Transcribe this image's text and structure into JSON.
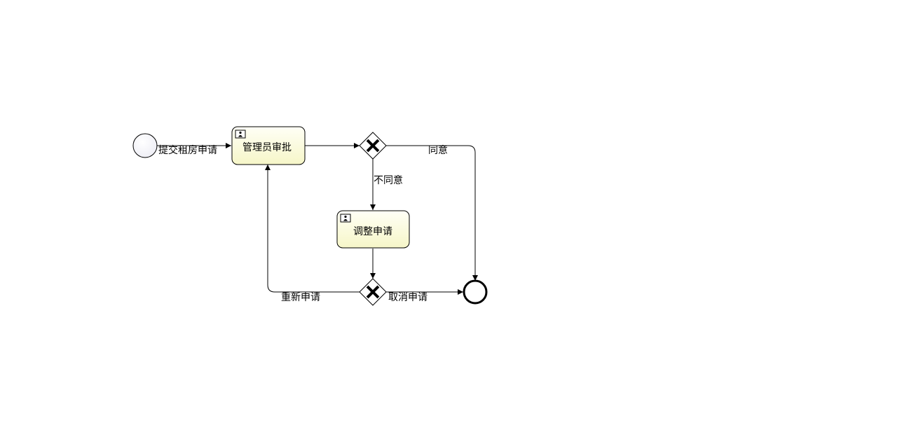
{
  "diagram": {
    "start_event": {
      "icon": "start-event-circle"
    },
    "end_event": {
      "icon": "end-event-circle"
    },
    "tasks": {
      "admin_approve": {
        "label": "管理员审批",
        "icon": "user-task-icon"
      },
      "adjust_request": {
        "label": "调整申请",
        "icon": "user-task-icon"
      }
    },
    "gateways": {
      "approval_gateway": {
        "icon": "exclusive-gateway-x-icon"
      },
      "resubmit_gateway": {
        "icon": "exclusive-gateway-x-icon"
      }
    },
    "flows": {
      "submit": "提交租房申请",
      "agree": "同意",
      "disagree": "不同意",
      "reapply": "重新申请",
      "cancel": "取消申请"
    },
    "colors": {
      "task_fill_top": "#fffff6",
      "task_fill_bottom": "#f6f6c8",
      "stroke": "#000000",
      "start_fill": "#f8f8fc"
    }
  }
}
